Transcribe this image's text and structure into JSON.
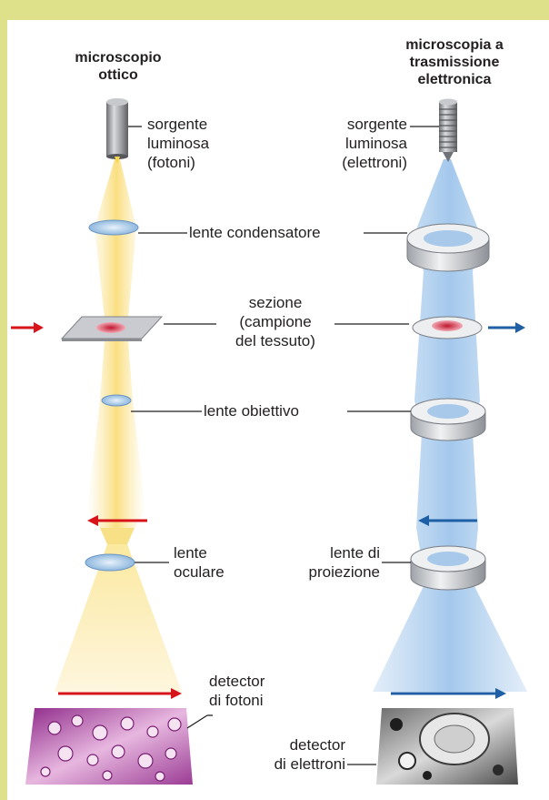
{
  "optical": {
    "title": [
      "microscopio",
      "ottico"
    ],
    "source_label": [
      "sorgente",
      "luminosa",
      "(fotoni)"
    ],
    "detector_label": [
      "detector",
      "di fotoni"
    ]
  },
  "electron": {
    "title": [
      "microscopia a",
      "trasmissione",
      "elettronica"
    ],
    "source_label": [
      "sorgente",
      "luminosa",
      "(elettroni)"
    ],
    "detector_label": [
      "detector",
      "di elettroni"
    ]
  },
  "shared_labels": {
    "condenser": "lente condensatore",
    "section": [
      "sezione",
      "(campione",
      "del tessuto)"
    ],
    "objective": "lente obiettivo",
    "eyepiece": [
      "lente",
      "oculare"
    ],
    "projection": [
      "lente di",
      "proiezione"
    ]
  },
  "colors": {
    "background": "#dfe08a",
    "panel": "#ffffff",
    "light_beam": "#f7d65a",
    "electron_beam": "#8fbbe8",
    "red_arrow": "#d7141a",
    "blue_arrow": "#1f5fa6"
  }
}
